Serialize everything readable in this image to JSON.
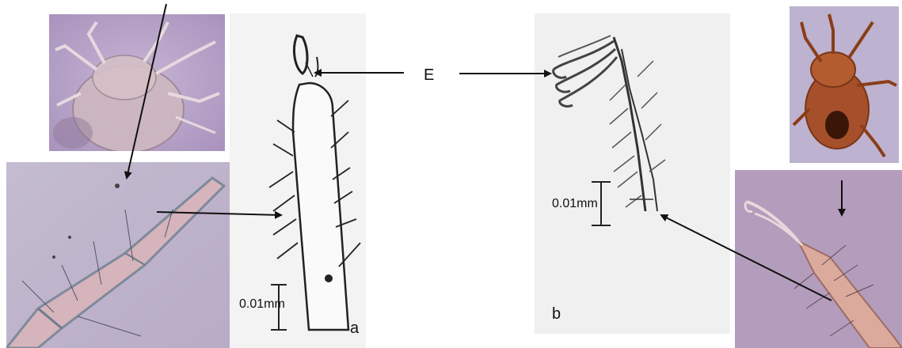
{
  "figure": {
    "label_a": "a",
    "label_b": "b",
    "label_E": "E",
    "scale_left": "0.01mm",
    "scale_right": "0.01mm"
  },
  "colors": {
    "micrograph_purple": "#b9a6c9",
    "mite_brown": "#9a4a22",
    "leg_pink": "#d7a3a3",
    "drawing_paper": "#f2f2f2",
    "ink": "#222222"
  },
  "panels": [
    {
      "name": "whole-mite-micrograph-left"
    },
    {
      "name": "leg-micrograph-left"
    },
    {
      "name": "leg-drawing-a"
    },
    {
      "name": "claw-drawing-b"
    },
    {
      "name": "whole-mite-micrograph-right"
    },
    {
      "name": "claw-micrograph-right"
    }
  ]
}
